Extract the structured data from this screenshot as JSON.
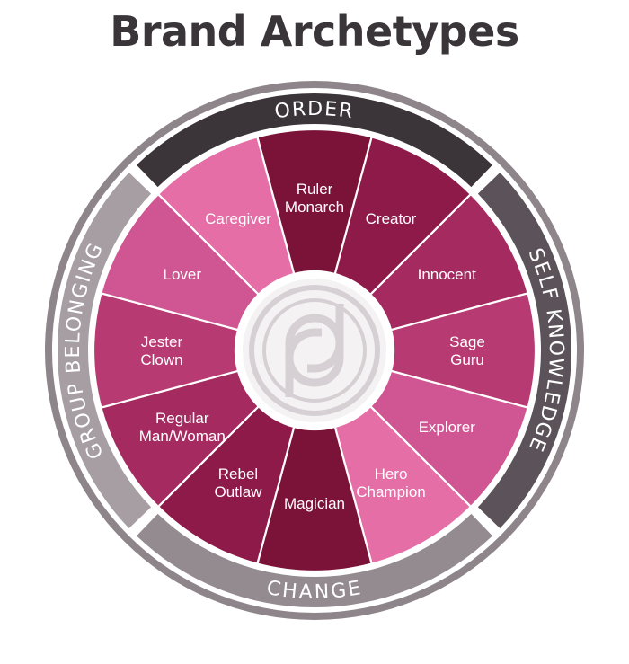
{
  "title": "Brand Archetypes",
  "quadrants": [
    {
      "key": "top",
      "label": "ORDER",
      "color": "#3b3438",
      "text_color": "#ffffff"
    },
    {
      "key": "right",
      "label": "SELF KNOWLEDGE",
      "color": "#5b5359",
      "text_color": "#ffffff"
    },
    {
      "key": "bottom",
      "label": "CHANGE",
      "color": "#948b91",
      "text_color": "#ffffff"
    },
    {
      "key": "left",
      "label": "GROUP BELONGING",
      "color": "#a69ea3",
      "text_color": "#ffffff"
    }
  ],
  "segments": [
    {
      "lines": [
        "Ruler",
        "Monarch"
      ],
      "color": "#7b1238"
    },
    {
      "lines": [
        "Creator"
      ],
      "color": "#8e1a4a"
    },
    {
      "lines": [
        "Innocent"
      ],
      "color": "#a42a60"
    },
    {
      "lines": [
        "Sage",
        "Guru"
      ],
      "color": "#b83a72"
    },
    {
      "lines": [
        "Explorer"
      ],
      "color": "#cf5692"
    },
    {
      "lines": [
        "Hero",
        "Champion"
      ],
      "color": "#e56ea6"
    },
    {
      "lines": [
        "Magician"
      ],
      "color": "#7b1238"
    },
    {
      "lines": [
        "Rebel",
        "Outlaw"
      ],
      "color": "#8e1a4a"
    },
    {
      "lines": [
        "Regular",
        "Man/Woman"
      ],
      "color": "#a42a60"
    },
    {
      "lines": [
        "Jester",
        "Clown"
      ],
      "color": "#b83a72"
    },
    {
      "lines": [
        "Lover"
      ],
      "color": "#cf5692"
    },
    {
      "lines": [
        "Caregiver"
      ],
      "color": "#e56ea6"
    }
  ],
  "center_logo": {
    "icon": "brand-monogram-icon",
    "color": "#d6d0d4"
  }
}
